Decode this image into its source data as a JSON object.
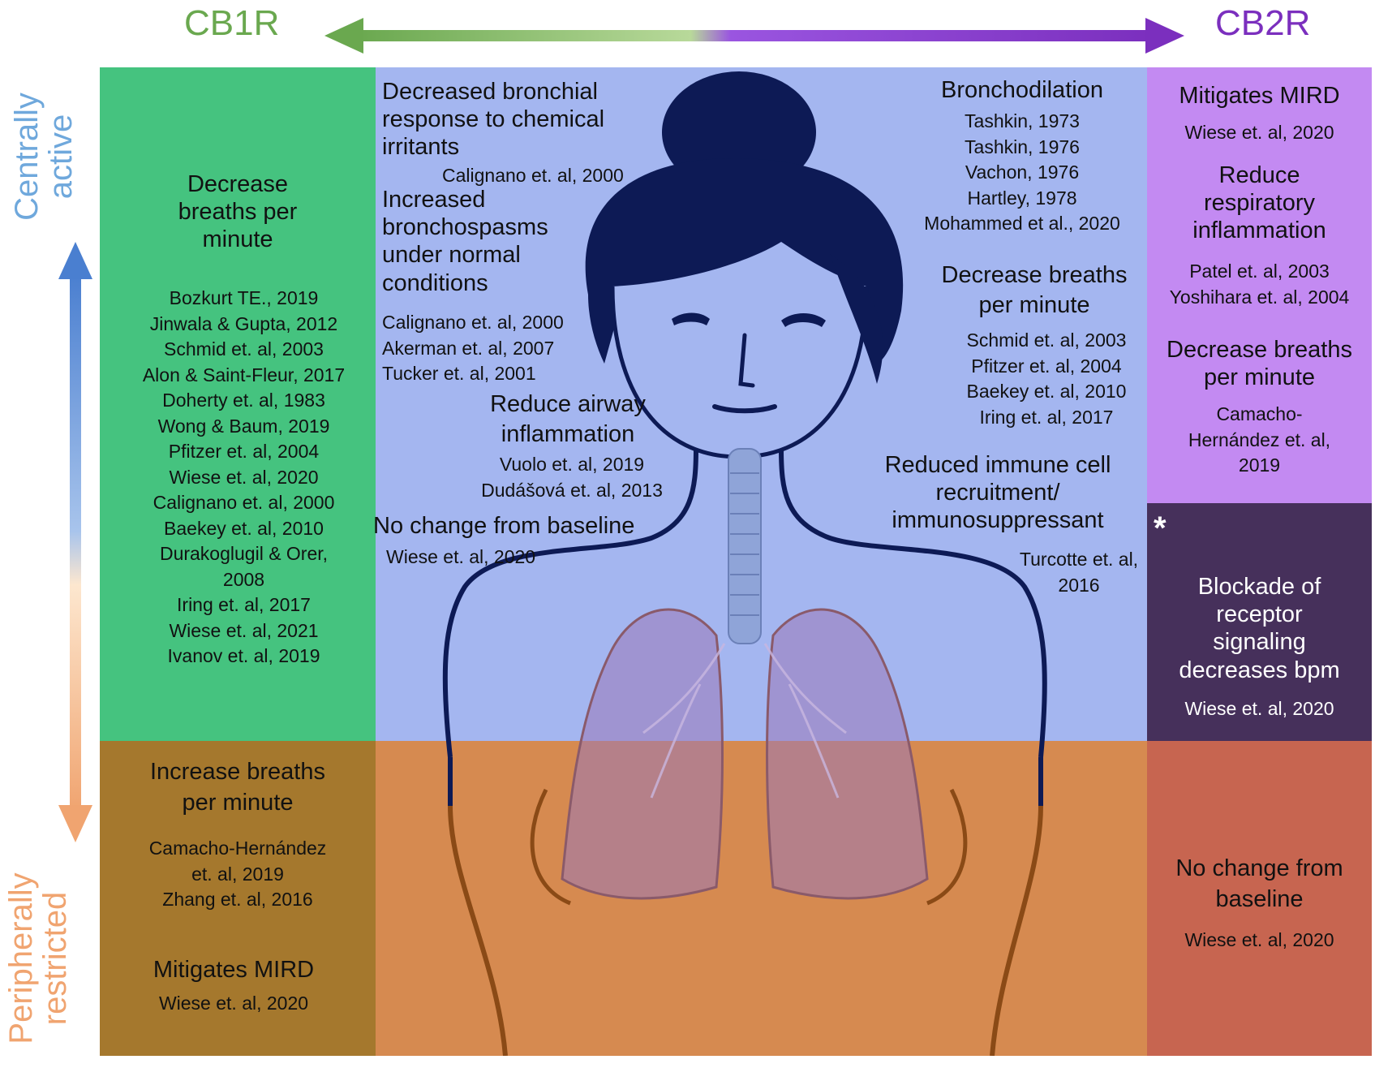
{
  "header": {
    "cb1r": "CB1R",
    "cb2r": "CB2R"
  },
  "side_axis": {
    "top_line1": "Centrally",
    "top_line2": "active",
    "bottom_line1": "Peripherally",
    "bottom_line2": "restricted"
  },
  "colors": {
    "cb1r_text": "#6aa84f",
    "cb2r_text": "#7b2fbe",
    "green_panel": "#45c37f",
    "blue_panel": "#a4b6f0",
    "violet_panel": "#c38af2",
    "dark_violet_panel": "#46305b",
    "brown_panel": "#a5782d",
    "orange_panel": "#d68a50",
    "red_panel": "#c76550",
    "figure_outline": "#0d1a55"
  },
  "cb1r_central": {
    "heading": [
      "Decrease",
      "breaths per",
      "minute"
    ],
    "refs": [
      "Bozkurt TE., 2019",
      "Jinwala & Gupta, 2012",
      "Schmid et. al, 2003",
      "Alon & Saint-Fleur, 2017",
      "Doherty et. al, 1983",
      "Wong & Baum, 2019",
      "Pfitzer et. al, 2004",
      "Wiese et. al, 2020",
      "Calignano et. al, 2000",
      "Baekey et. al, 2010",
      "Durakoglugil & Orer,",
      "2008",
      "Iring et. al, 2017",
      "Wiese et. al, 2021",
      "Ivanov et. al, 2019"
    ]
  },
  "cb1r_peripheral": {
    "heading1": [
      "Increase breaths",
      "per minute"
    ],
    "refs1": [
      "Camacho-Hernández",
      "et. al, 2019",
      "Zhang et. al, 2016"
    ],
    "heading2": "Mitigates MIRD",
    "refs2": [
      "Wiese et. al, 2020"
    ]
  },
  "middle_left": {
    "bronchial_heading": [
      "Decreased bronchial",
      "response to chemical",
      "irritants"
    ],
    "bronchial_ref": "Calignano et. al, 2000",
    "spasm_heading": [
      "Increased",
      "bronchospasms",
      "under normal",
      "conditions"
    ],
    "spasm_refs": [
      "Calignano et. al, 2000",
      "Akerman et. al, 2007",
      "Tucker et. al, 2001"
    ],
    "airway_heading": [
      "Reduce airway",
      "inflammation"
    ],
    "airway_refs": [
      "Vuolo et. al, 2019",
      "Dudášová et. al, 2013"
    ],
    "nochange_heading": "No change from baseline",
    "nochange_ref": "Wiese et. al, 2020"
  },
  "middle_right": {
    "bronchodilation_heading": "Bronchodilation",
    "bronchodilation_refs": [
      "Tashkin, 1973",
      "Tashkin, 1976",
      "Vachon, 1976",
      "Hartley, 1978",
      "Mohammed et al., 2020"
    ],
    "bpm_heading": [
      "Decrease breaths",
      "per minute"
    ],
    "bpm_refs": [
      "Schmid et. al, 2003",
      "Pfitzer et. al, 2004",
      "Baekey et. al, 2010",
      "Iring et. al, 2017"
    ],
    "immune_heading": [
      "Reduced immune cell",
      "recruitment/",
      "immunosuppressant"
    ],
    "immune_refs": [
      "Turcotte et. al,",
      "2016"
    ]
  },
  "cb2r_central": {
    "mird_heading": "Mitigates MIRD",
    "mird_ref": "Wiese et. al, 2020",
    "inflam_heading": [
      "Reduce",
      "respiratory",
      "inflammation"
    ],
    "inflam_refs": [
      "Patel et. al, 2003",
      "Yoshihara et. al, 2004"
    ],
    "bpm_heading": [
      "Decrease breaths",
      "per minute"
    ],
    "bpm_refs": [
      "Camacho-",
      "Hernández et. al,",
      "2019"
    ]
  },
  "cb2r_blockade": {
    "asterisk": "*",
    "heading": [
      "Blockade of",
      "receptor",
      "signaling",
      "decreases bpm"
    ],
    "ref": "Wiese et. al, 2020"
  },
  "cb2r_peripheral": {
    "heading": [
      "No change from",
      "baseline"
    ],
    "ref": "Wiese et. al, 2020"
  }
}
